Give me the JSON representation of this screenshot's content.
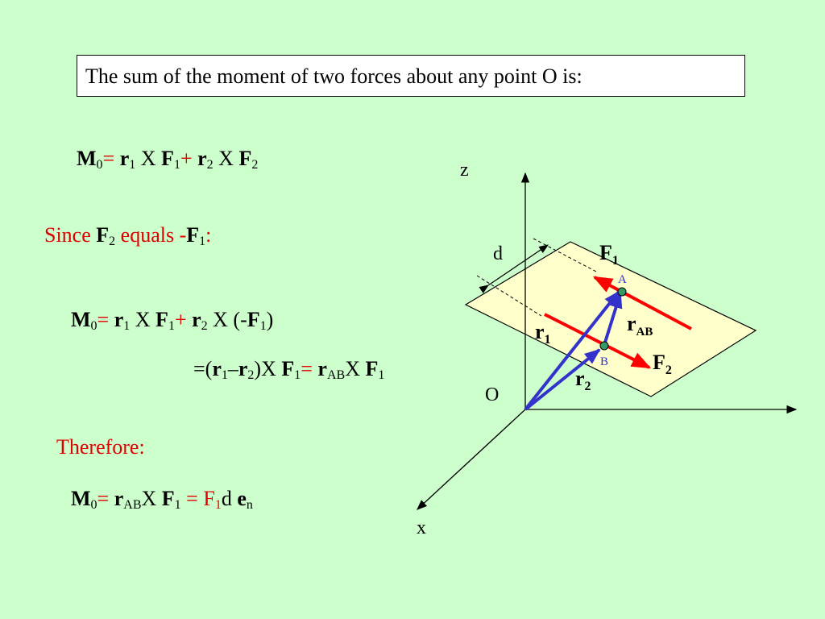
{
  "title": "The sum of the moment of two forces about any point O is:",
  "eq1": {
    "M": "M",
    "M_sub": "0",
    "eq": "=",
    "r1": "r",
    "r1_sub": "1",
    "cross1": " X ",
    "F1": "F",
    "F1_sub": "1",
    "plus": "+",
    "r2": "r",
    "r2_sub": "2",
    "cross2": " X ",
    "F2": "F",
    "F2_sub": "2"
  },
  "since": {
    "text1": "Since ",
    "F2": "F",
    "F2_sub": "2",
    "text2": " equals -",
    "F1": "F",
    "F1_sub": "1",
    "colon": ":"
  },
  "eq2": {
    "M": "M",
    "M_sub": "0",
    "eq": "=",
    "r1": "r",
    "r1_sub": "1",
    "cross1": " X ",
    "F1": "F",
    "F1_sub": "1",
    "plus": "+",
    "r2": "r",
    "r2_sub": "2",
    "cross2": " X (-",
    "F1b": "F",
    "F1b_sub": "1",
    "close": ")"
  },
  "eq3": {
    "open": "=(",
    "r1": "r",
    "r1_sub": "1",
    "minus": "–",
    "r2": "r",
    "r2_sub": "2",
    "close": ")X ",
    "F1": "F",
    "F1_sub": "1",
    "eq": "=",
    "rAB": "r",
    "rAB_sub": "AB",
    "cross": "X ",
    "F1b": "F",
    "F1b_sub": "1"
  },
  "therefore": "Therefore:",
  "eq4": {
    "M": "M",
    "M_sub": "0",
    "eq": "=",
    "rAB": "r",
    "rAB_sub": "AB",
    "cross": "X ",
    "F1": "F",
    "F1_sub": "1",
    "eq2": " = ",
    "F1d": "F",
    "F1d_sub": "1",
    "d": "d ",
    "e": "e",
    "e_sub": "n"
  },
  "diagram": {
    "z_label": "z",
    "x_label": "x",
    "o_label": "O",
    "d_label": "d",
    "F1_label": "F",
    "F1_sub": "1",
    "F2_label": "F",
    "F2_sub": "2",
    "rAB_label": "r",
    "rAB_sub": "AB",
    "r1_label": "r",
    "r1_sub": "1",
    "r2_label": "r",
    "r2_sub": "2",
    "A_label": "A",
    "B_label": "B",
    "colors": {
      "background": "#ccffcc",
      "plane": "#ffffcc",
      "force": "#ff0000",
      "position_vector": "#3333cc",
      "point": "#339966",
      "text_red": "#e00000"
    }
  }
}
